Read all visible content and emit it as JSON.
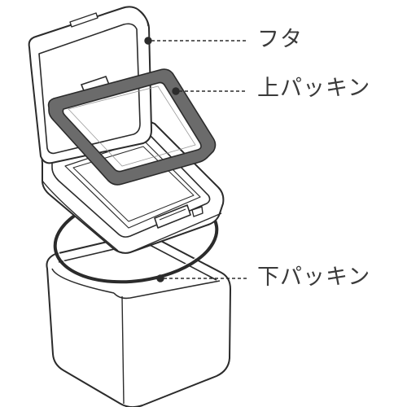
{
  "labels": {
    "lid": "フタ",
    "upper_gasket": "上パッキン",
    "lower_gasket": "下パッキン"
  },
  "colors": {
    "outline": "#2b2b2b",
    "gasket_fill": "#6b6b6b",
    "leader": "#2b2b2b",
    "text": "#3a3a3a",
    "background": "#ffffff"
  }
}
